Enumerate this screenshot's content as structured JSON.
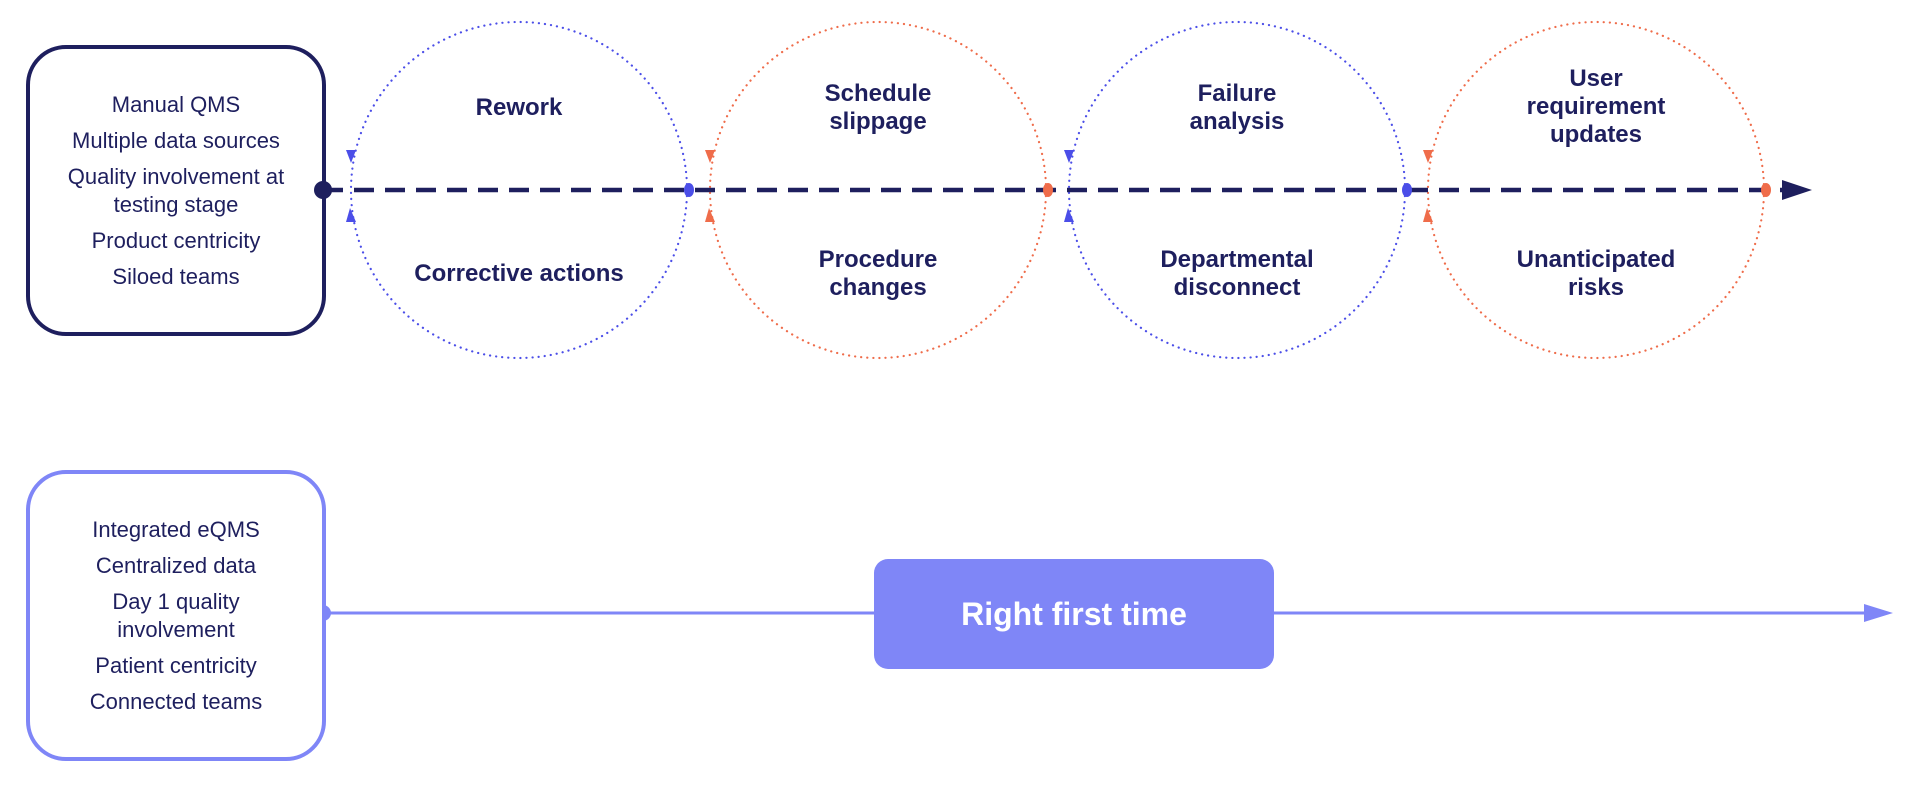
{
  "current_process": {
    "items": [
      "Manual QMS",
      "Multiple data sources",
      "Quality involvement at testing stage",
      "Product centricity",
      "Siloed teams"
    ]
  },
  "cycles": [
    {
      "top": "Rework",
      "bottom": "Corrective actions",
      "color": "#4b4ee8"
    },
    {
      "top": "Schedule slippage",
      "bottom": "Procedure changes",
      "color": "#ef6c4a"
    },
    {
      "top": "Failure analysis",
      "bottom": "Departmental disconnect",
      "color": "#4b4ee8"
    },
    {
      "top": "User requirement updates",
      "bottom": "Unanticipated risks",
      "color": "#ef6c4a"
    }
  ],
  "improved_process": {
    "items": [
      "Integrated eQMS",
      "Centralized data",
      "Day 1 quality involvement",
      "Patient centricity",
      "Connected teams"
    ],
    "outcome": "Right first time"
  },
  "colors": {
    "navy": "#1e1f5e",
    "blue": "#4b4ee8",
    "orange": "#ef6c4a",
    "periwinkle": "#7f86f7"
  }
}
